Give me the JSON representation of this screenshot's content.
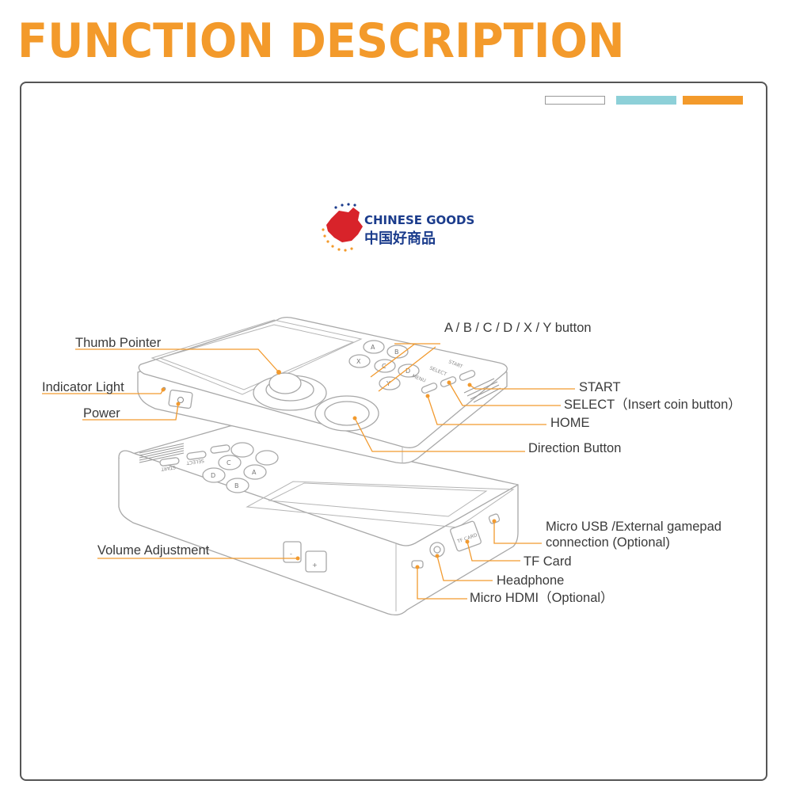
{
  "page": {
    "title": "FUNCTION DESCRIPTION"
  },
  "colors": {
    "accent": "#f39a2b",
    "teal": "#8dd0d8",
    "frame": "#555555",
    "line": "#f29a2e"
  },
  "logo": {
    "en": "CHINESE GOODS",
    "zh": "中国好商品"
  },
  "swatches": [
    {
      "name": "white",
      "color": "#ffffff"
    },
    {
      "name": "teal",
      "color": "#8dd0d8"
    },
    {
      "name": "orange",
      "color": "#f39a2b"
    }
  ],
  "device": {
    "face_buttons": [
      "X",
      "A",
      "B",
      "C",
      "D",
      "Y"
    ],
    "small_buttons": [
      "MENU",
      "SELECT",
      "START"
    ],
    "bottom_buttons": [
      "SELECT",
      "START"
    ],
    "slot_label": "TF CARD",
    "volume": {
      "minus": "-",
      "plus": "+"
    }
  },
  "callouts": {
    "abcdxy": "A / B / C / D / X / Y  button",
    "thumb": "Thumb Pointer",
    "indicator": "Indicator Light",
    "power": "Power",
    "start": "START",
    "select": "SELECT（Insert coin button）",
    "home": "HOME",
    "direction": "Direction Button",
    "usb_line1": "Micro USB /External gamepad",
    "usb_line2": "connection (Optional)",
    "tf": "TF Card",
    "headphone": "Headphone",
    "hdmi": "Micro HDMI（Optional）",
    "volume": "Volume Adjustment"
  }
}
